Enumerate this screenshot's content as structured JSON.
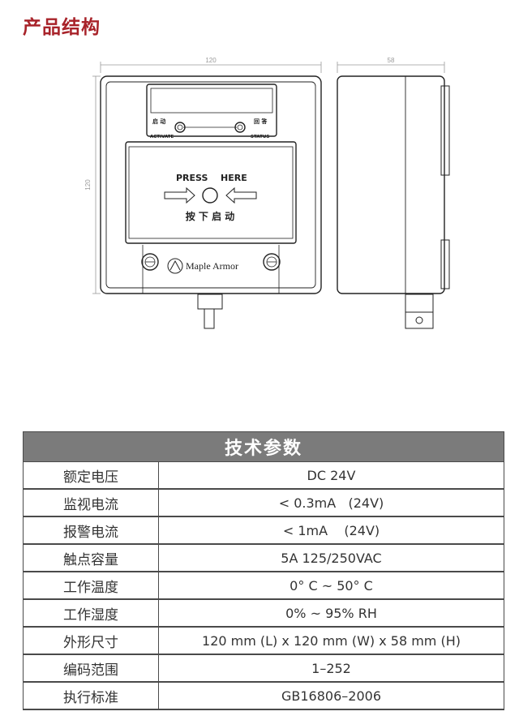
{
  "section_title": "产品结构",
  "diagram": {
    "dim_width": "120",
    "dim_height": "120",
    "dim_depth": "58",
    "label_activate_cn": "启 动",
    "label_activate_en": "ACTIVATE",
    "label_status_cn": "回 答",
    "label_status_en": "STATUS",
    "press": "PRESS",
    "here": "HERE",
    "press_cn": "按 下 启 动",
    "brand": "Maple Armor"
  },
  "table": {
    "title": "技术参数",
    "rows": [
      {
        "key": "额定电压",
        "value": "DC 24V"
      },
      {
        "key": "监视电流",
        "value": "< 0.3mA   (24V)"
      },
      {
        "key": "报警电流",
        "value": "< 1mA    (24V)"
      },
      {
        "key": "触点容量",
        "value": "5A 125/250VAC"
      },
      {
        "key": "工作温度",
        "value": "0° C ~ 50° C"
      },
      {
        "key": "工作湿度",
        "value": "0% ~ 95% RH"
      },
      {
        "key": "外形尺寸",
        "value": "120 mm (L) x 120 mm (W) x 58 mm (H)"
      },
      {
        "key": "编码范围",
        "value": "1–252"
      },
      {
        "key": "执行标准",
        "value": "GB16806–2006"
      }
    ]
  }
}
